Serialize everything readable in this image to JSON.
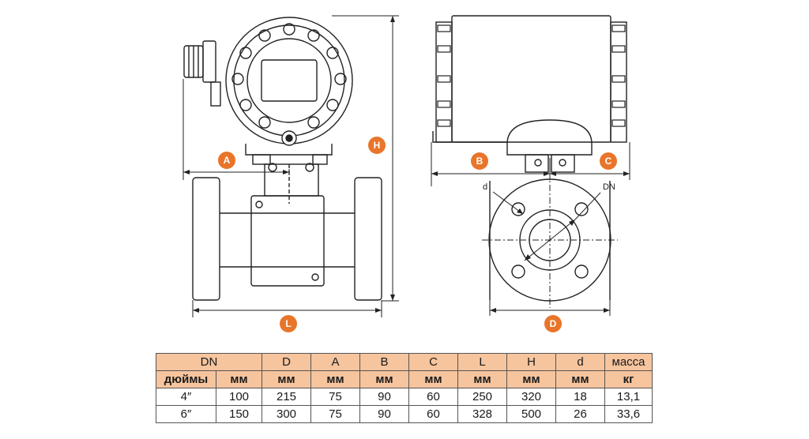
{
  "dim_labels": {
    "A": "A",
    "B": "B",
    "C": "C",
    "D": "D",
    "H": "H",
    "L": "L",
    "d": "d",
    "DN": "DN"
  },
  "colors": {
    "badge": "#e8752a",
    "line": "#222222",
    "table_header": "#f6c49d"
  },
  "table": {
    "header": [
      "DN",
      "D",
      "A",
      "B",
      "C",
      "L",
      "H",
      "d",
      "масса"
    ],
    "units": [
      "дюймы",
      "мм",
      "мм",
      "мм",
      "мм",
      "мм",
      "мм",
      "мм",
      "мм",
      "кг"
    ],
    "rows": [
      [
        "4″",
        "100",
        "215",
        "75",
        "90",
        "60",
        "250",
        "320",
        "18",
        "13,1"
      ],
      [
        "6″",
        "150",
        "300",
        "75",
        "90",
        "60",
        "328",
        "500",
        "26",
        "33,6"
      ]
    ]
  }
}
